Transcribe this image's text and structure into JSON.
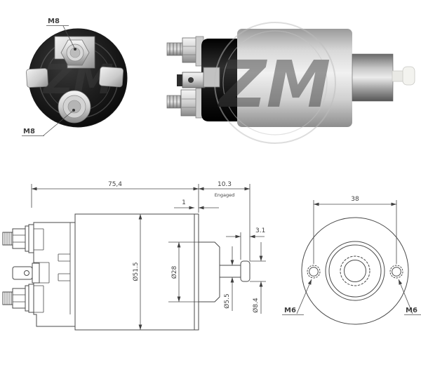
{
  "watermark": {
    "text": "ZM"
  },
  "front_view": {
    "label_top_terminal": "M8",
    "label_bottom_terminal": "M8"
  },
  "side_drawing": {
    "dim_overall_length": "75,4",
    "dim_travel": "10.3",
    "dim_travel_note": "Engaged",
    "dim_gap": "1",
    "dim_tip_length": "3.1",
    "dim_body_diameter": "Ø51.5",
    "dim_boss_diameter": "Ø28",
    "dim_shaft_diameter": "Ø5.5",
    "dim_tip_diameter": "Ø8.4"
  },
  "rear_drawing": {
    "dim_hole_spacing": "38",
    "label_hole_left": "M6",
    "label_hole_right": "M6"
  },
  "colors": {
    "drawing_line": "#4a4a4a",
    "text": "#3f3f3f",
    "cap_black": "#141414",
    "metal_light": "#e9e9e9",
    "metal_dark": "#8a8a8a"
  }
}
